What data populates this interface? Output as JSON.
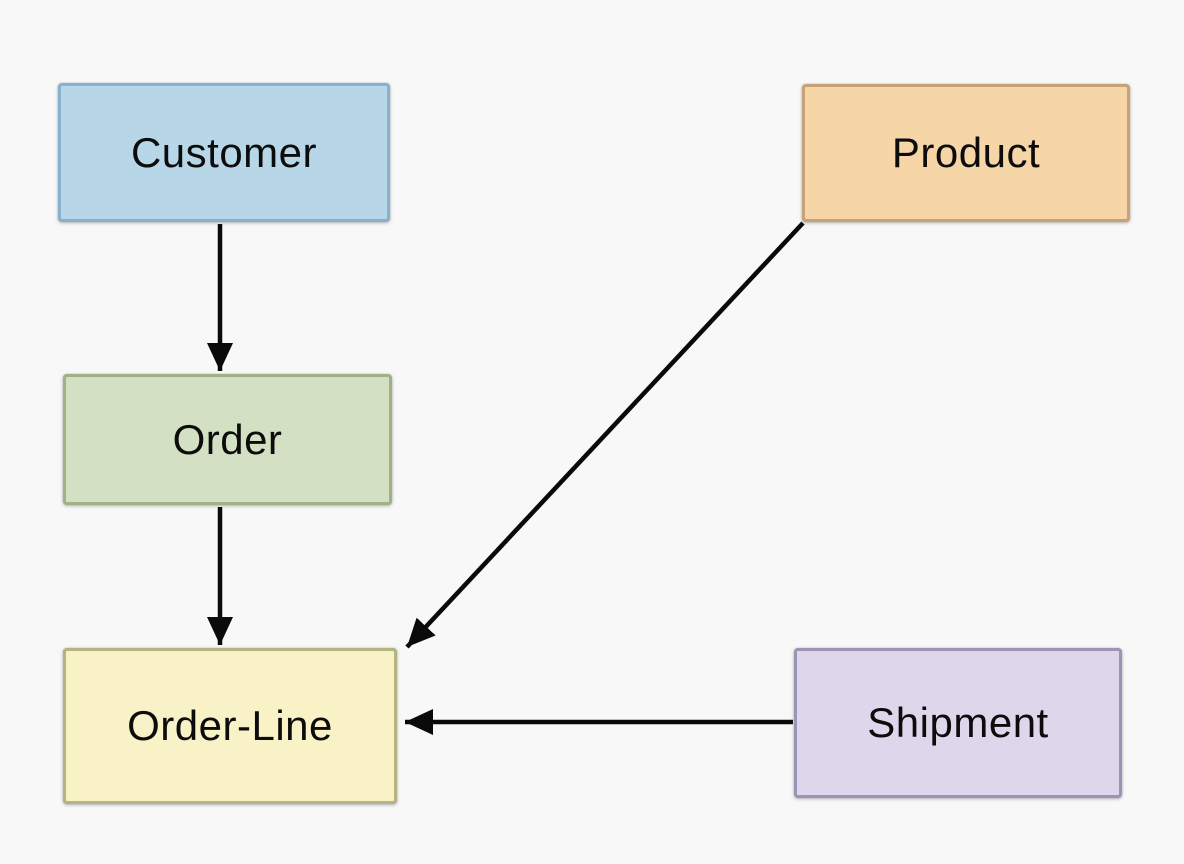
{
  "diagram": {
    "type": "entity-relationship-diagram",
    "background": "#f8f8f8",
    "arrow_color": "#0a0a0a",
    "nodes": [
      {
        "id": "customer",
        "label": "Customer",
        "fill": "#b7d7e8",
        "border": "#89b1cf"
      },
      {
        "id": "product",
        "label": "Product",
        "fill": "#f6d5a7",
        "border": "#c7a277"
      },
      {
        "id": "order",
        "label": "Order",
        "fill": "#d3e0c3",
        "border": "#a1b186"
      },
      {
        "id": "order_line",
        "label": "Order-Line",
        "fill": "#f8f2c6",
        "border": "#b3b47e"
      },
      {
        "id": "shipment",
        "label": "Shipment",
        "fill": "#ded7eb",
        "border": "#9c94b4"
      }
    ],
    "edges": [
      {
        "from": "Customer",
        "to": "Order"
      },
      {
        "from": "Order",
        "to": "Order-Line"
      },
      {
        "from": "Product",
        "to": "Order-Line"
      },
      {
        "from": "Shipment",
        "to": "Order-Line"
      }
    ]
  }
}
